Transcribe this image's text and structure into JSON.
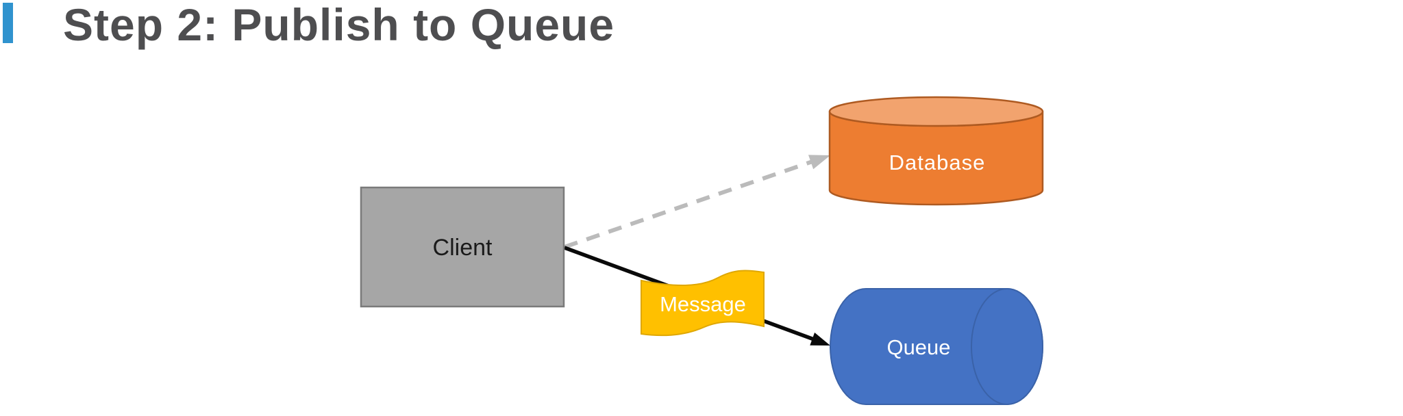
{
  "title": {
    "text": "Step 2: Publish to Queue",
    "text_color": "#4E4E50",
    "accent_color": "#3093CE"
  },
  "diagram": {
    "nodes": {
      "client": {
        "label": "Client",
        "shape": "rectangle",
        "fill": "#A6A6A6",
        "border": "#7A7A7A",
        "text_color": "#1A1A1A"
      },
      "database": {
        "label": "Database",
        "shape": "database-cylinder",
        "fill": "#ED7D31",
        "top_fill": "#F2A36E",
        "border": "#AE5A21",
        "text_color": "#FFFFFF"
      },
      "queue": {
        "label": "Queue",
        "shape": "horizontal-cylinder",
        "fill": "#4472C4",
        "border": "#3A62A8",
        "text_color": "#FFFFFF"
      },
      "message": {
        "label": "Message",
        "shape": "wave-banner",
        "fill": "#FFC000",
        "border": "#DFA700",
        "text_color": "#FFFFFF"
      }
    },
    "edges": {
      "client_to_database": {
        "from": "Client",
        "to": "Database",
        "style": "dashed",
        "color": "#BBBBBB"
      },
      "client_to_queue": {
        "from": "Client",
        "to": "Queue",
        "style": "solid",
        "color": "#0A0A0A"
      }
    }
  }
}
